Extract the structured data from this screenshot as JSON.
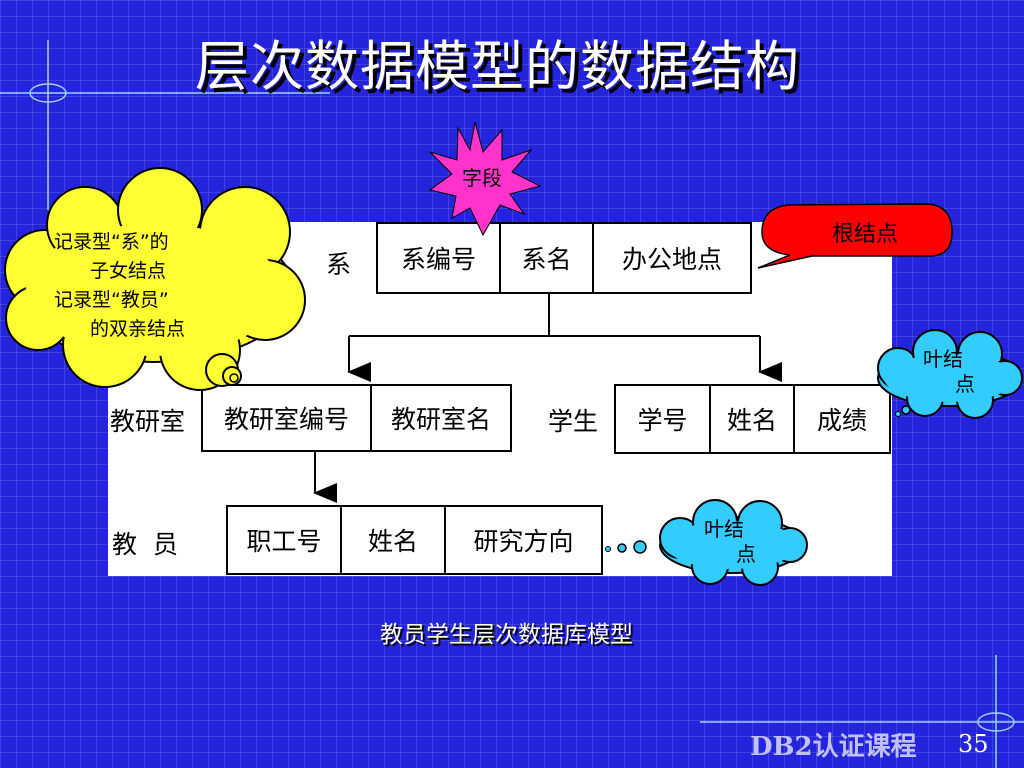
{
  "slide": {
    "title": "层次数据模型的数据结构",
    "caption": "教员学生层次数据库模型",
    "course": "DB2认证课程",
    "page_number": "35"
  },
  "callouts": {
    "field": "字段",
    "root": "根结点",
    "cloud_left": [
      "记录型“系”的",
      "子女结点",
      "记录型“教员”",
      "的双亲结点"
    ],
    "leaf_right": [
      "叶结",
      "点"
    ],
    "leaf_bottom": [
      "叶结",
      "点"
    ]
  },
  "records": {
    "department": {
      "label": "系",
      "fields": [
        "系编号",
        "系名",
        "办公地点"
      ]
    },
    "teaching_office": {
      "label": "教研室",
      "fields": [
        "教研室编号",
        "教研室名"
      ]
    },
    "student": {
      "label": "学生",
      "fields": [
        "学号",
        "姓名",
        "成绩"
      ]
    },
    "teacher": {
      "label": "教  员",
      "fields": [
        "职工号",
        "姓名",
        "研究方向"
      ]
    }
  },
  "colors": {
    "background": "#2424dc",
    "starburst": "#ff33cc",
    "root_bubble": "#ff0000",
    "cloud_yellow": "#ffff33",
    "cloud_cyan": "#33ccff"
  }
}
